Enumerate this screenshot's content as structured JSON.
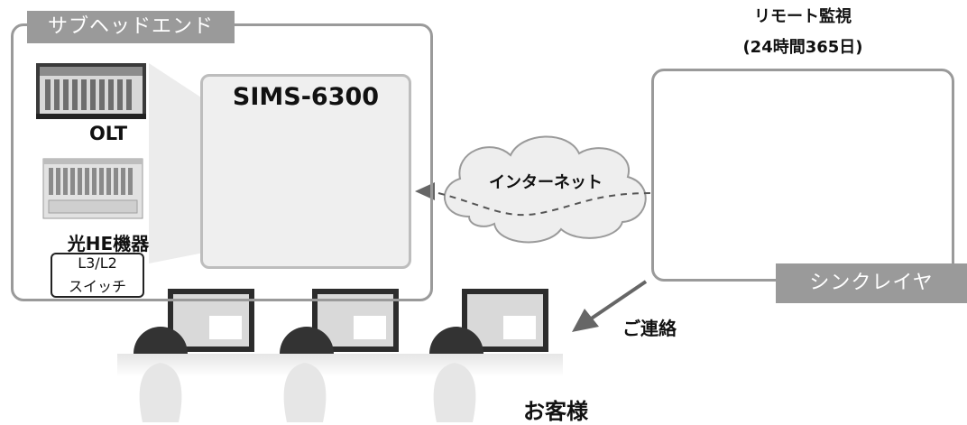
{
  "subhead": {
    "title": "サブヘッドエンド"
  },
  "sims": {
    "title": "SIMS-6300"
  },
  "equipment": {
    "olt_label": "OLT",
    "he_label": "光HE機器",
    "switch_line1": "L3/L2",
    "switch_line2": "スイッチ"
  },
  "remote": {
    "title": "リモート監視",
    "subtitle": "(24時間365日)"
  },
  "sink": {
    "title": "シンクレイヤ"
  },
  "internet": {
    "label": "インターネット"
  },
  "contact": {
    "label": "ご連絡"
  },
  "customer": {
    "label": "お客様"
  }
}
